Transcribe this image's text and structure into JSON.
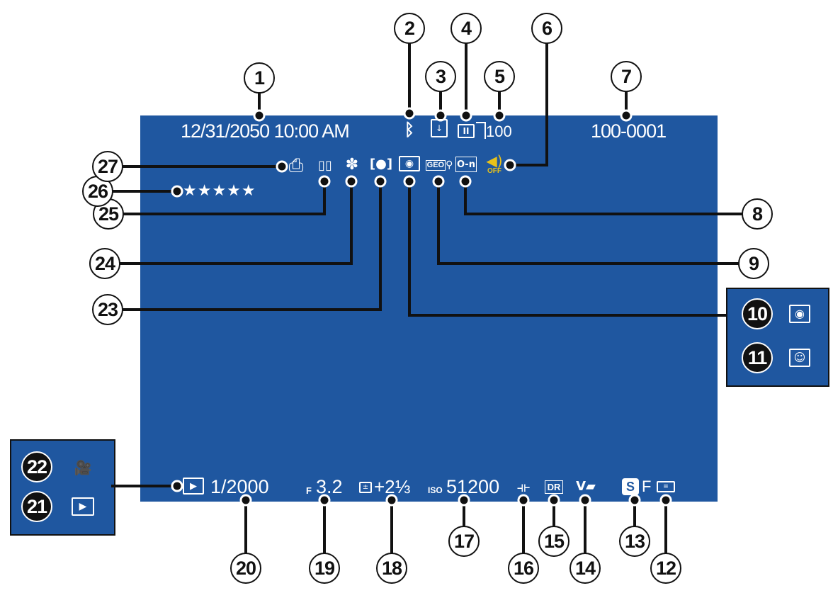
{
  "screen": {
    "datetime": "12/31/2050 10:00 AM",
    "frame_number": "100-0001",
    "file_count": "100",
    "rating_stars": "★★★★★",
    "shutter": "1/2000",
    "aperture_prefix": "F",
    "aperture": "3.2",
    "exposure_comp": "+2⅓",
    "iso_prefix": "ISO",
    "iso": "51200",
    "quality": "F",
    "sound_off": "OFF",
    "photobook_glyph": "▯▯",
    "gift_glyph": "✽",
    "face_glyph": "[●]",
    "geo_label": "GEO",
    "protect_glyph": "O-n",
    "film_sim": "S",
    "dr_label": "DR",
    "print_glyph": "⎙",
    "bluetooth_glyph": "ᛒ",
    "movie_glyph": "🎥",
    "play_glyph": "▶"
  },
  "callouts": {
    "c1": "1",
    "c2": "2",
    "c3": "3",
    "c4": "4",
    "c5": "5",
    "c6": "6",
    "c7": "7",
    "c8": "8",
    "c9": "9",
    "c10": "10",
    "c11": "11",
    "c12": "12",
    "c13": "13",
    "c14": "14",
    "c15": "15",
    "c16": "16",
    "c17": "17",
    "c18": "18",
    "c19": "19",
    "c20": "20",
    "c21": "21",
    "c22": "22",
    "c23": "23",
    "c24": "24",
    "c25": "25",
    "c26": "26",
    "c27": "27"
  },
  "colors": {
    "screen": "#1f57a0",
    "sound_icon": "#e8c21a",
    "line": "#111111"
  }
}
